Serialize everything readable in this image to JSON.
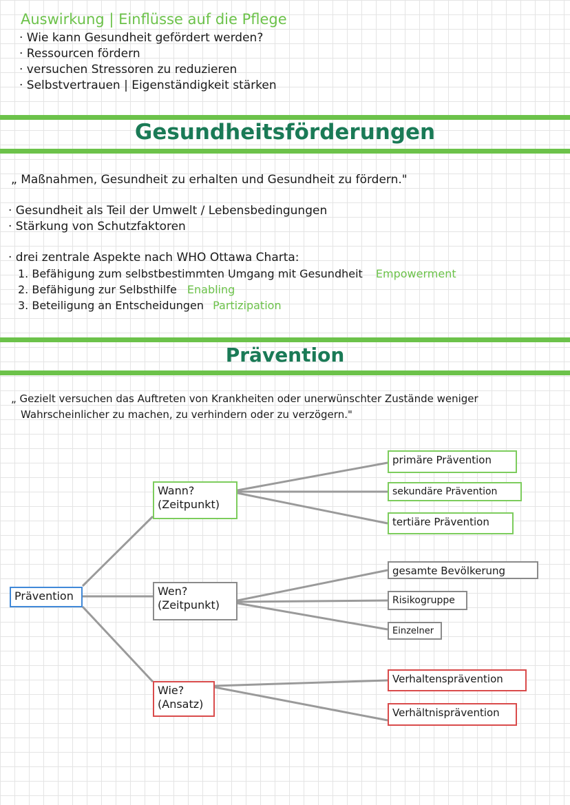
{
  "intro": {
    "title": "Auswirkung | Einflüsse auf die Pflege",
    "bullets": [
      "· Wie kann Gesundheit gefördert werden?",
      "· Ressourcen fördern",
      "· versuchen Stressoren zu reduzieren",
      "· Selbstvertrauen | Eigenständigkeit stärken"
    ]
  },
  "section1": {
    "heading": "Gesundheitsförderungen",
    "quote": "„ Maßnahmen, Gesundheit zu erhalten und Gesundheit zu fördern.\"",
    "bullets": [
      "· Gesundheit als Teil der Umwelt / Lebensbedingungen",
      "· Stärkung von Schutzfaktoren"
    ],
    "who_intro": "· drei zentrale Aspekte nach WHO Ottawa Charta:",
    "aspects": [
      {
        "text": "1. Befähigung zum selbstbestimmten Umgang mit Gesundheit",
        "keyword": "Empowerment"
      },
      {
        "text": "2. Befähigung zur Selbsthilfe",
        "keyword": "Enabling"
      },
      {
        "text": "3. Beteiligung an Entscheidungen",
        "keyword": "Partizipation"
      }
    ]
  },
  "section2": {
    "heading": "Prävention",
    "quote_line1": "„ Gezielt versuchen das Auftreten von Krankheiten oder unerwünschter Zustände weniger",
    "quote_line2": "Wahrscheinlicher zu machen, zu verhindern oder zu verzögern.\""
  },
  "diagram": {
    "root": "Prävention",
    "branches": [
      {
        "label_line1": "Wann?",
        "label_line2": "(Zeitpunkt)",
        "color": "#7ccc5c",
        "leaves": [
          "primäre Prävention",
          "sekundäre Prävention",
          "tertiäre Prävention"
        ]
      },
      {
        "label_line1": "Wen?",
        "label_line2": "(Zeitpunkt)",
        "color": "#8a8a8a",
        "leaves": [
          "gesamte Bevölkerung",
          "Risikogruppe",
          "Einzelner"
        ]
      },
      {
        "label_line1": "Wie?",
        "label_line2": "(Ansatz)",
        "color": "#d94a4a",
        "leaves": [
          "Verhaltensprävention",
          "Verhältnisprävention"
        ]
      }
    ]
  },
  "colors": {
    "accent_green": "#6cc24a",
    "heading_green": "#1a7a56",
    "connector_gray": "#9a9a9a"
  }
}
